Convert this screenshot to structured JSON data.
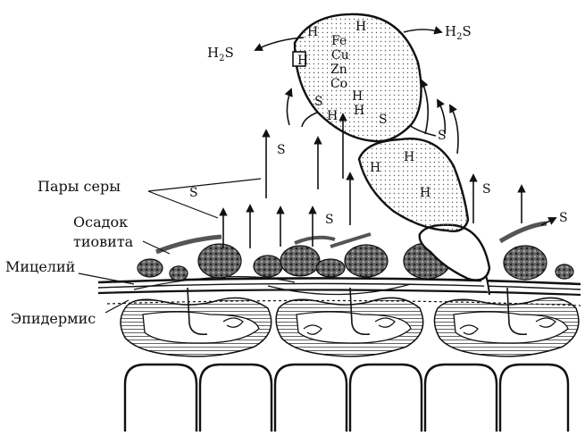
{
  "labels": {
    "sulfur_vapor": "Пары серы",
    "sulfur_vapor_s": "S",
    "thiovit_line1": "Осадок",
    "thiovit_line2": "тиовита",
    "mycelium": "Мицелий",
    "epidermis": "Эпидермис"
  },
  "gas": {
    "h2s_left": {
      "h": "H",
      "sub": "2",
      "s": "S"
    },
    "h2s_right": {
      "h": "H",
      "sub": "2",
      "s": "S"
    }
  },
  "elements": [
    "Fe",
    "Cu",
    "Zn",
    "Co"
  ],
  "symbols": {
    "h": "H",
    "s": "S"
  }
}
